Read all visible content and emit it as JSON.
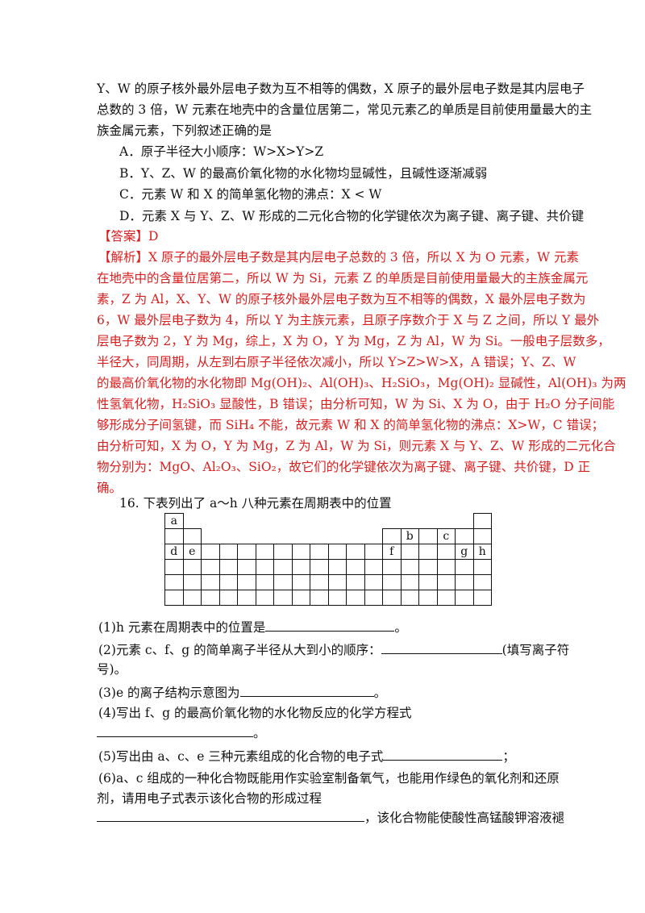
{
  "question_15": {
    "stem": [
      "Y、W 的原子核外最外层电子数为互不相等的偶数，X 原子的最外层电子数是其内层电子",
      "总数的 3 倍，W 元素在地壳中的含量位居第二，常见元素乙的单质是目前使用量最大的主",
      "族金属元素，下列叙述正确的是"
    ],
    "options": [
      "A．原子半径大小顺序：W>X>Y>Z",
      "B．Y、Z、W 的最高价氧化物的水化物均显碱性，且碱性逐渐减弱",
      "C．元素 W 和 X 的简单氢化物的沸点：X < W",
      "D．元素 X 与 Y、Z、W 形成的二元化合物的化学键依次为离子键、离子键、共价键"
    ],
    "answer": "【答案】D",
    "analysis": [
      "【解析】X 原子的最外层电子数是其内层电子总数的 3 倍，所以 X 为 O 元素，W 元素",
      "在地壳中的含量位居第二，所以 W 为 Si，元素 Z 的单质是目前使用量最大的主族金属元",
      "素，Z 为 Al，X、Y、W 的原子核外最外层电子数为互不相等的偶数，X 最外层电子数为",
      "6，W 最外层电子数为 4，所以 Y 为主族元素，且原子序数介于 X 与 Z 之间，所以 Y 最外",
      "层电子数为 2，Y 为 Mg，综上，X 为 O，Y 为 Mg，Z 为 Al，W 为 Si。一般电子层数多，",
      "半径大，同周期，从左到右原子半径依次减小，所以 Y>Z>W>X，A 错误；Y、Z、W",
      "的最高价氧化物的水化物即 Mg(OH)₂、Al(OH)₃、H₂SiO₃，Mg(OH)₂ 显碱性，Al(OH)₃ 为两",
      "性氢氧化物，H₂SiO₃ 显酸性，B 错误；由分析可知，W 为 Si、X 为 O，由于 H₂O 分子间能",
      "够形成分子间氢键，而 SiH₄ 不能，故元素 W 和 X 的简单氢化物的沸点：X>W，C 错误；",
      "由分析可知，X 为 O，Y 为 Mg，Z 为 Al，W 为 Si，则元素 X 与 Y、Z、W 形成的二元化合",
      "物分别为：MgO、Al₂O₃、SiO₂，故它们的化学键依次为离子键、离子键、共价键，D 正",
      "确。"
    ]
  },
  "question_16": {
    "intro": "16. 下表列出了 a～h 八种元素在周期表中的位置",
    "cells": {
      "a": "a",
      "b": "b",
      "c": "c",
      "d": "d",
      "e": "e",
      "f": "f",
      "g": "g",
      "h": "h"
    },
    "q1": "(1)h 元素在周期表中的位置是",
    "q1_end": "。",
    "q2": "(2)元素 c、f、g 的简单离子半径从大到小的顺序：",
    "q2_end": "(填写离子符",
    "q2_cont": "号)。",
    "q3": "(3)e 的离子结构示意图为",
    "q3_end": "。",
    "q4": "(4)写出 f、g 的最高价氧化物的水化物反应的化学方程式",
    "q4_end": "。",
    "q5": "(5)写出由 a、c、e 三种元素组成的化合物的电子式",
    "q5_end": "；",
    "q6": "(6)a、c 组成的一种化合物既能用作实验室制备氧气，也能用作绿色的氧化剂和还原",
    "q6_cont": "剂，请用电子式表示该化合物的形成过程",
    "q6_end": "，该化合物能使酸性高锰酸钾溶液褪"
  }
}
